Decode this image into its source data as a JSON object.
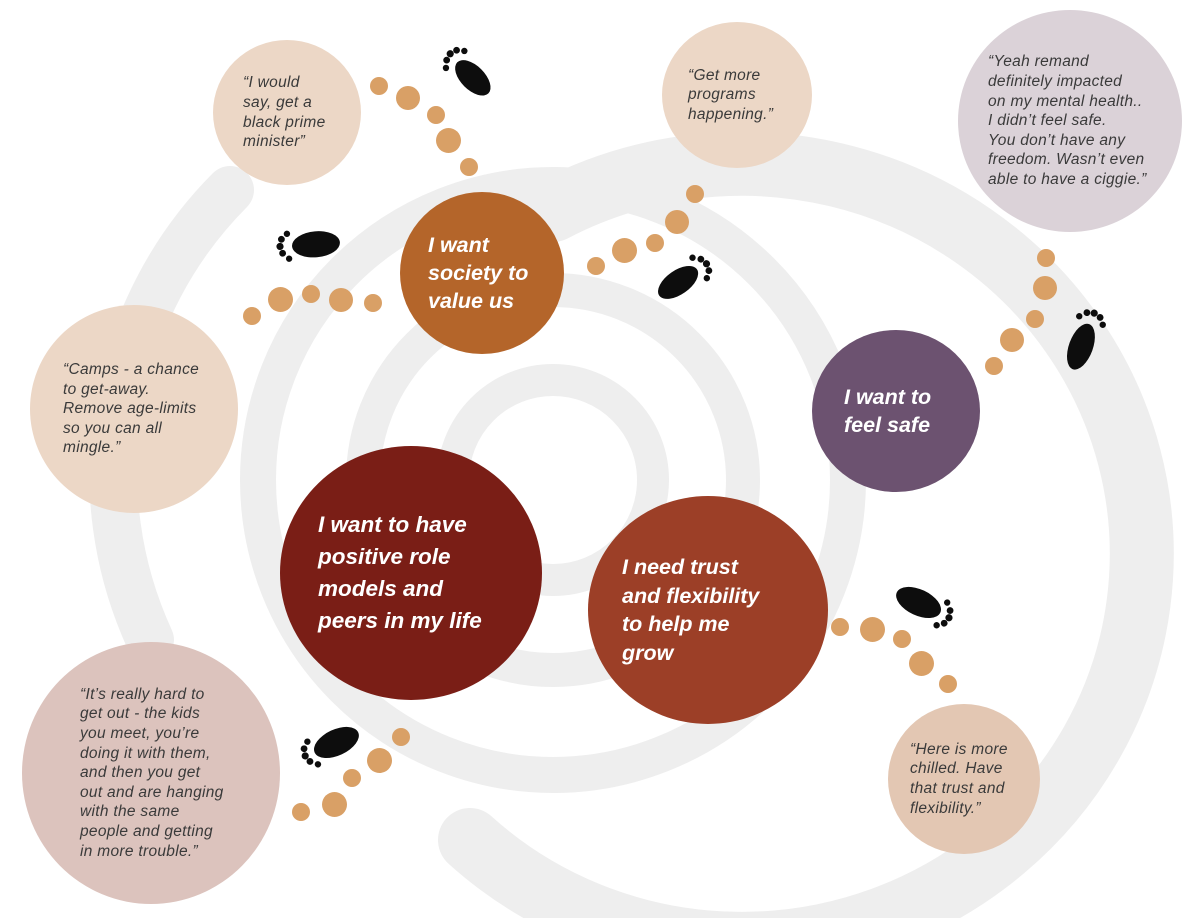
{
  "colors": {
    "society": "#b4652a",
    "safe": "#6c5270",
    "role": "#7a1e16",
    "trust": "#9c3f27",
    "quote_peach": "#ecd7c6",
    "quote_lilac": "#dbd2d8",
    "quote_rose": "#dcc3bd",
    "quote_tan": "#e3c7b3",
    "footprint_dot": "#d9a066",
    "footprint": "#0d0d0d",
    "swirl": "#eeeeee"
  },
  "needs": {
    "society": "I want\nsociety to\nvalue us",
    "safe": "I want to\nfeel safe",
    "role_models": "I want to have\npositive role\nmodels and\npeers in my life",
    "trust": "I need trust\nand flexibility\nto help me\ngrow"
  },
  "quotes": {
    "prime_minister": "“I would\nsay, get a\nblack prime\nminister”",
    "programs": "“Get more\nprograms\nhappening.”",
    "remand": "“Yeah remand\ndefinitely impacted\non my mental health..\nI didn’t feel safe.\nYou don’t have any\nfreedom. Wasn’t even\nable to have a ciggie.”",
    "camps": "“Camps - a chance\nto get-away.\nRemove age-limits\nso you can all\nmingle.”",
    "hard_to_get_out": "“It’s really hard to\nget out - the kids\nyou meet, you’re\ndoing it with them,\nand then you get\nout and are hanging\nwith the same\npeople and getting\nin more trouble.”",
    "chilled": "“Here is more\nchilled. Have\nthat trust and\nflexibility.”"
  },
  "icons": {
    "footprint": "footprint-icon",
    "swirl": "concentric-circles-background"
  }
}
